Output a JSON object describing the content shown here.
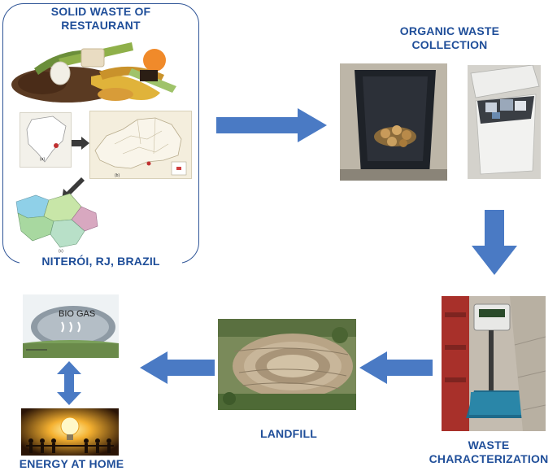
{
  "labels": {
    "solid_waste": "SOLID WASTE OF RESTAURANT",
    "location": "NITERÓI, RJ, BRAZIL",
    "organic_collection": "ORGANIC WASTE COLLECTION",
    "waste_characterization": "WASTE CHARACTERIZATION",
    "landfill": "LANDFILL",
    "energy": "ENERGY AT HOME",
    "biogas": "BIO GAS"
  },
  "map_tags": {
    "a": "(a)",
    "b": "(b)",
    "c": "(c)"
  },
  "colors": {
    "label": "#1f4e99",
    "arrow": "#4a7ac4",
    "frame": "#2f5597"
  }
}
